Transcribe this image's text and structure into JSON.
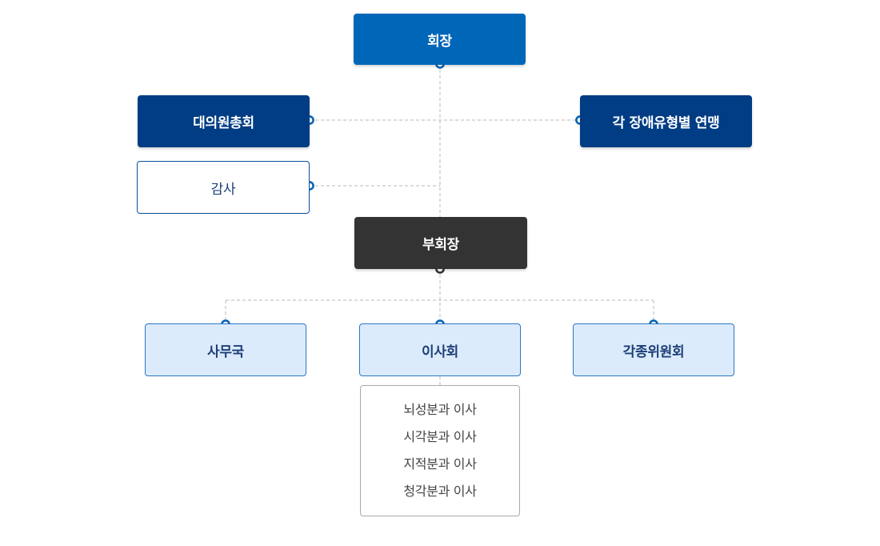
{
  "chairman": "회장",
  "delegates_assembly": "대의원총회",
  "federation": "각 장애유형별 연맹",
  "audit": "감사",
  "vice_chairman": "부회장",
  "secretariat": "사무국",
  "board": "이사회",
  "committees": "각종위원회",
  "board_directors": [
    "뇌성분과 이사",
    "시각분과 이사",
    "지적분과 이사",
    "청각분과 이사"
  ],
  "colors": {
    "chairman_fill": "#0066b8",
    "navy_fill": "#003d84",
    "vice_fill": "#333333",
    "light_fill": "#dcebfb",
    "connector_line": "#cccccc",
    "node_ring": "#0a64b4"
  }
}
